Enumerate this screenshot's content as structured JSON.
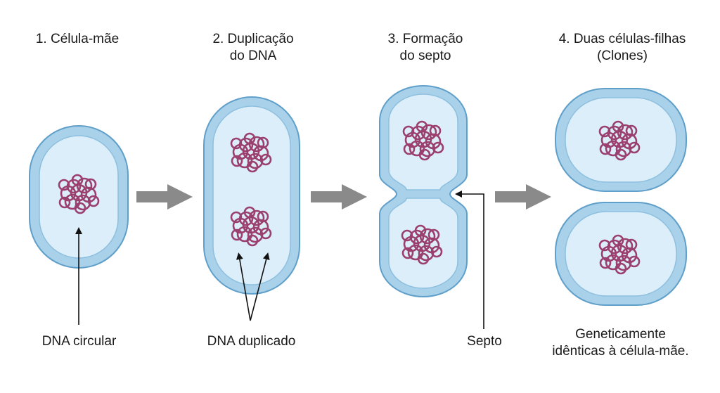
{
  "steps": [
    {
      "line1": "1. Célula-mãe",
      "line2": ""
    },
    {
      "line1": "2. Duplicação",
      "line2": "do DNA"
    },
    {
      "line1": "3. Formação",
      "line2": "do septo"
    },
    {
      "line1": "4. Duas células-filhas",
      "line2": "(Clones)"
    }
  ],
  "annotations": {
    "dna_circular": "DNA circular",
    "dna_duplicado": "DNA duplicado",
    "septo": "Septo",
    "conclusion_line1": "Geneticamente",
    "conclusion_line2": "idênticas à célula-mãe."
  },
  "colors": {
    "membrane": "#a9d1ea",
    "membrane_stroke": "#5f9fc9",
    "cytoplasm": "#dceef9",
    "dna": "#9a3f6e",
    "arrow": "#8a8a8a"
  }
}
